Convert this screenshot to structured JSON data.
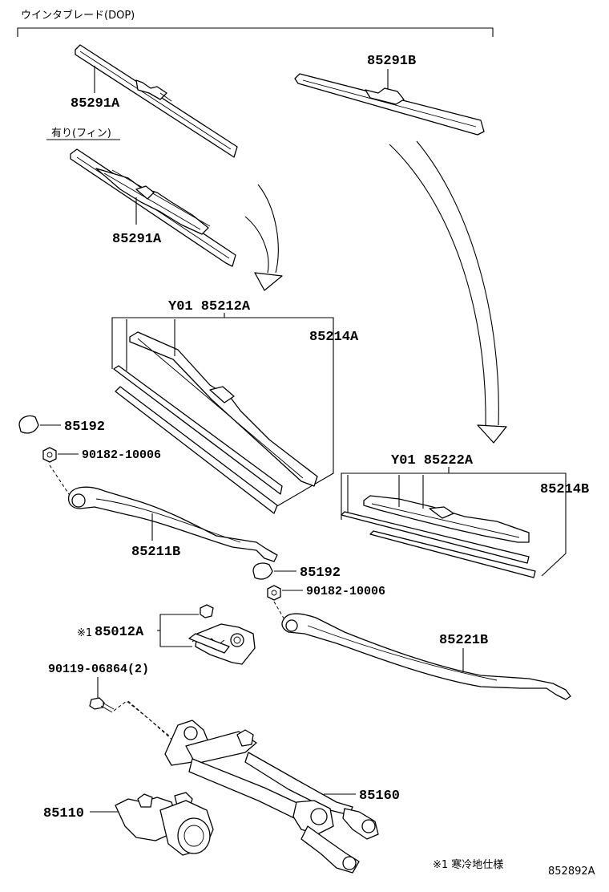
{
  "header": {
    "title": "ウインタブレード(DOP)"
  },
  "labels": {
    "blade_a_top": "85291A",
    "fin_note": "有り(フィン)",
    "blade_a_fin": "85291A",
    "blade_b": "85291B",
    "blade_assy_left": "Y01 85212A",
    "rubber_left": "85214A",
    "cap_left": "85192",
    "nut_left": "90182-10006",
    "arm_left": "85211B",
    "cap_right": "85192",
    "nut_right": "90182-10006",
    "blade_assy_right": "Y01 85222A",
    "rubber_right": "85214B",
    "kit_mark": "※1",
    "kit": "85012A",
    "arm_right": "85221B",
    "bolt": "90119-06864(2)",
    "link": "85160",
    "motor": "85110"
  },
  "footer": {
    "note": "※1 寒冷地仕様",
    "code": "852892A"
  }
}
